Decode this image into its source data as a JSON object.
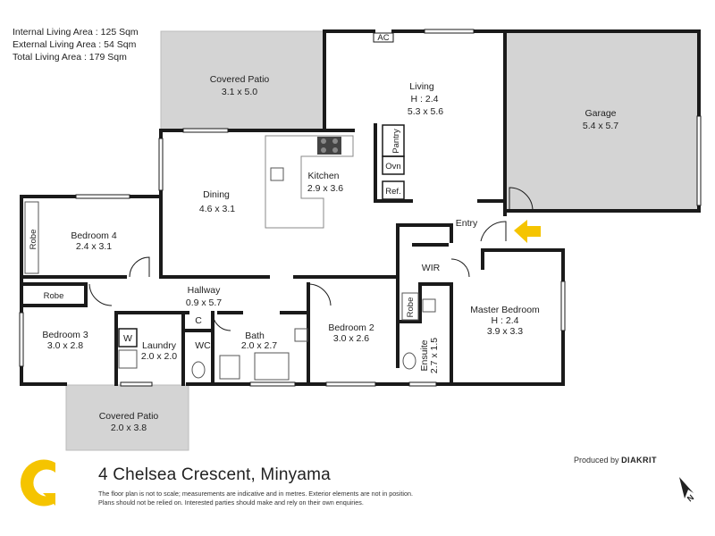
{
  "areas": {
    "internal": "Internal Living Area : 125 Sqm",
    "external": "External Living Area : 54 Sqm",
    "total": "Total Living Area : 179 Sqm"
  },
  "rooms": {
    "covered_patio_top": {
      "name": "Covered Patio",
      "size": "3.1 x 5.0"
    },
    "living": {
      "name": "Living",
      "height": "H : 2.4",
      "size": "5.3 x 5.6"
    },
    "garage": {
      "name": "Garage",
      "size": "5.4 x 5.7"
    },
    "kitchen": {
      "name": "Kitchen",
      "size": "2.9 x 3.6"
    },
    "dining": {
      "name": "Dining",
      "size": "4.6 x 3.1"
    },
    "bedroom4": {
      "name": "Bedroom 4",
      "size": "2.4 x 3.1"
    },
    "entry": {
      "name": "Entry"
    },
    "hallway": {
      "name": "Hallway",
      "size": "0.9 x 5.7"
    },
    "bedroom3": {
      "name": "Bedroom 3",
      "size": "3.0 x 2.8"
    },
    "laundry": {
      "name": "Laundry",
      "size": "2.0 x 2.0"
    },
    "bath": {
      "name": "Bath",
      "size": "2.0 x 2.7"
    },
    "bedroom2": {
      "name": "Bedroom 2",
      "size": "3.0 x 2.6"
    },
    "master": {
      "name": "Master Bedroom",
      "height": "H : 2.4",
      "size": "3.9 x 3.3"
    },
    "ensuite": {
      "name": "Ensuite",
      "size": "2.7 x 1.5"
    },
    "covered_patio_bottom": {
      "name": "Covered Patio",
      "size": "2.0 x 3.8"
    }
  },
  "fixtures": {
    "ac": "AC",
    "pantry": "Pantry",
    "oven": "Ovn",
    "fridge": "Ref.",
    "robe": "Robe",
    "wir": "WIR",
    "washer": "W",
    "wc": "WC",
    "cupboard": "C"
  },
  "address": "4 Chelsea Crescent, Minyama",
  "disclaimer": {
    "line1": "The floor plan is not to scale; measurements are indicative and in metres. Exterior elements are not in position.",
    "line2": "Plans should not be relied on. Interested parties should make and rely on their own enquiries."
  },
  "produced_by": {
    "prefix": "Produced by",
    "brand": "DIAKRIT"
  },
  "compass": {
    "letter": "N"
  },
  "colors": {
    "wall": "#1a1a1a",
    "patio": "#d4d4d4",
    "garage": "#d4d4d4",
    "logo": "#f5c400",
    "arrow": "#f5c400"
  }
}
